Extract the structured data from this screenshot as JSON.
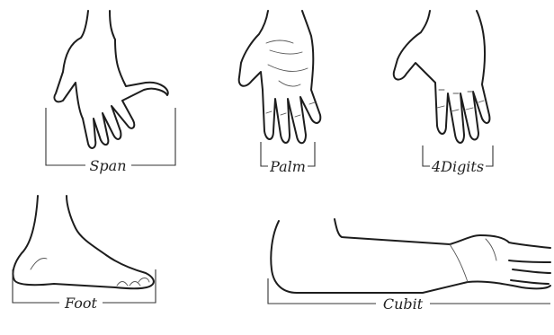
{
  "units": [
    {
      "id": "span",
      "label": "Span"
    },
    {
      "id": "palm",
      "label": "Palm"
    },
    {
      "id": "digits",
      "label": "4Digits"
    },
    {
      "id": "foot",
      "label": "Foot"
    },
    {
      "id": "cubit",
      "label": "Cubit"
    }
  ]
}
